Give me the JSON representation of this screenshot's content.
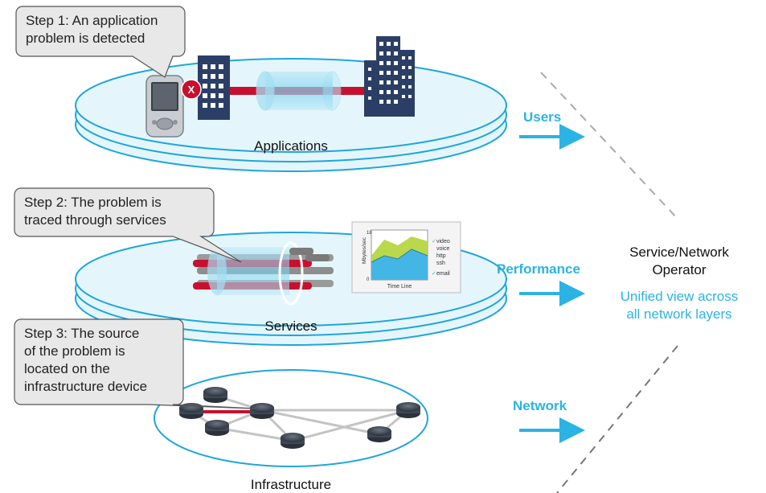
{
  "callouts": {
    "step1": [
      "Step 1: An application",
      "problem is detected"
    ],
    "step2": [
      "Step 2: The problem is",
      "traced through services"
    ],
    "step3": [
      "Step 3: The source",
      "of the problem is",
      "located on the",
      "infrastructure device"
    ]
  },
  "layers": {
    "applications": "Applications",
    "services": "Services",
    "infrastructure": "Infrastructure"
  },
  "flows": {
    "users": "Users",
    "performance": "Performance",
    "network": "Network"
  },
  "operator": {
    "title_line1": "Service/Network",
    "title_line2": "Operator",
    "subtitle_line1": "Unified view across",
    "subtitle_line2": "all network layers"
  },
  "error_badge": "X",
  "mini_chart": {
    "ylabel": "Mbytes/sec",
    "ymax": "18",
    "ymin": "0",
    "xlabel": "Time Line",
    "legend": [
      "video",
      "voice",
      "http",
      "ssh",
      "email"
    ]
  },
  "colors": {
    "accent": "#2bb3e3",
    "disc_fill": "#e4f6fb",
    "disc_stroke": "#1ea6dc",
    "fault_link": "#c8102e",
    "building": "#2b3f66"
  }
}
